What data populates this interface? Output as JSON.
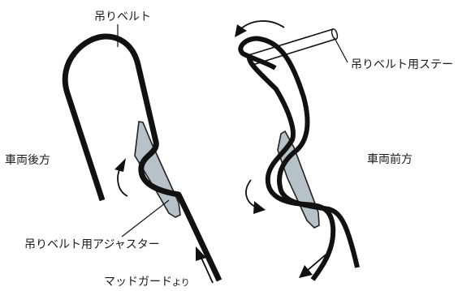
{
  "labels": {
    "belt_top": "吊りベルト",
    "belt_stay": "吊りベルト用ステー",
    "vehicle_rear": "車両後方",
    "vehicle_front": "車両前方",
    "adjuster": "吊りベルト用アジャスター",
    "from_mudguard_main": "マッドガード",
    "from_mudguard_suffix": "より"
  },
  "colors": {
    "belt": "#111111",
    "adjuster_fill": "#b7c2c8",
    "stay_fill": "#ffffff"
  }
}
